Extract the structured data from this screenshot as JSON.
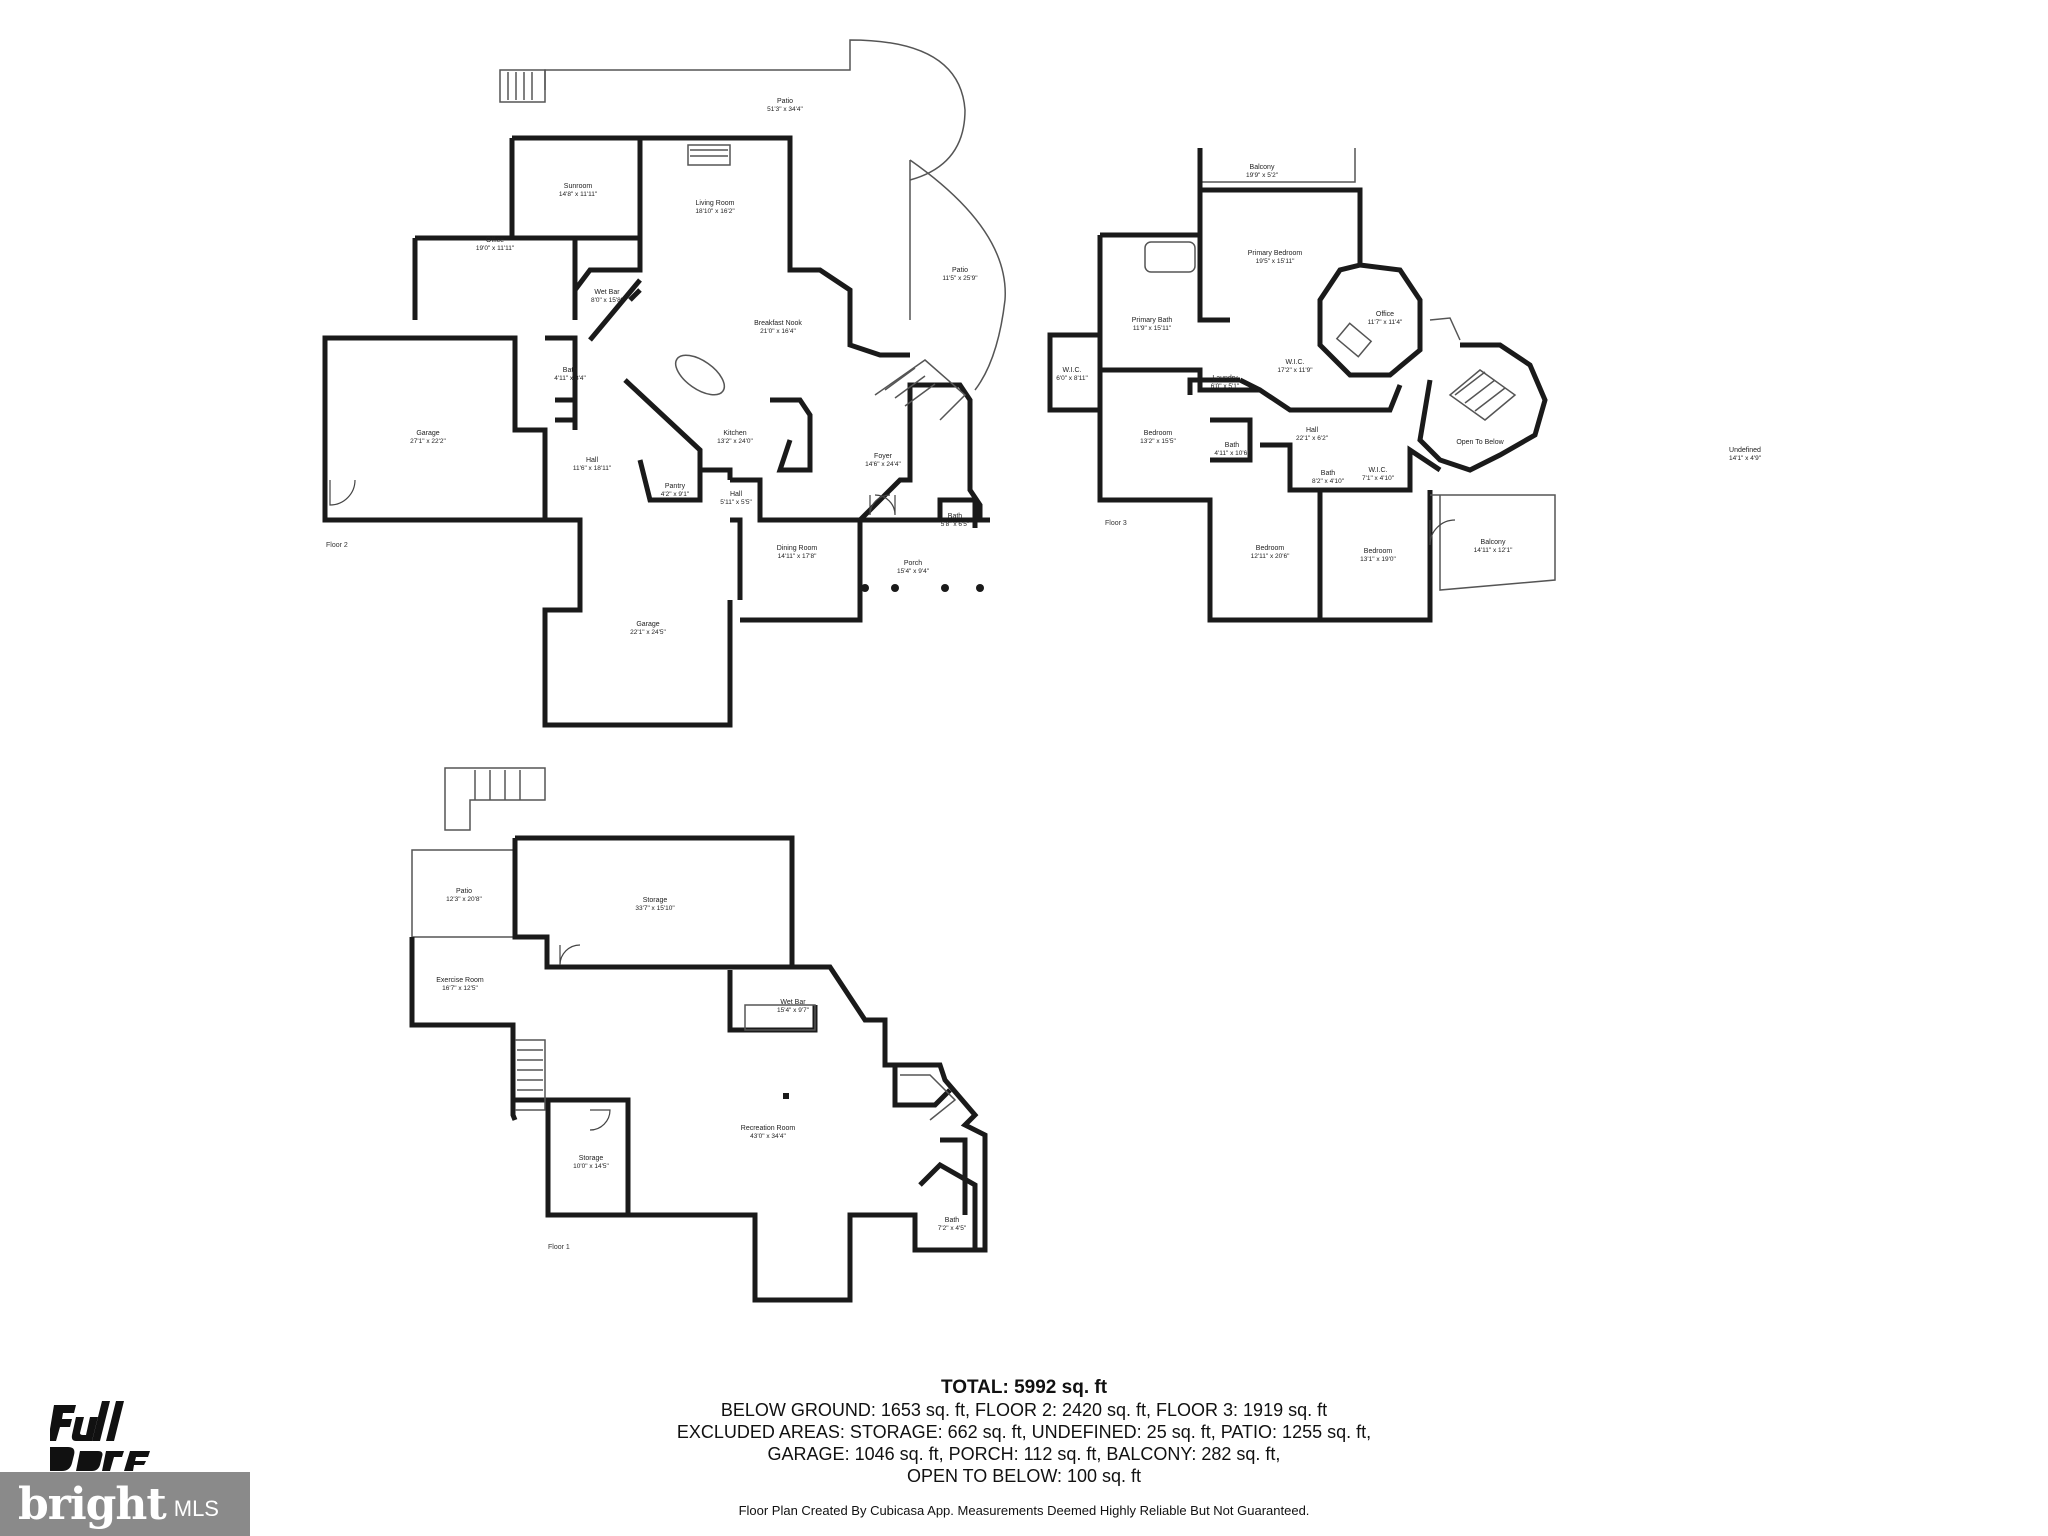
{
  "floors": {
    "floor2": {
      "label": "Floor 2",
      "rooms": [
        {
          "name": "Patio",
          "dim": "51'3\" x 34'4\""
        },
        {
          "name": "Sunroom",
          "dim": "14'8\" x 11'11\""
        },
        {
          "name": "Living Room",
          "dim": "18'10\" x 16'2\""
        },
        {
          "name": "Office",
          "dim": "19'0\" x 11'11\""
        },
        {
          "name": "Wet Bar",
          "dim": "8'0\" x 15'8\""
        },
        {
          "name": "Breakfast Nook",
          "dim": "21'0\" x 16'4\""
        },
        {
          "name": "Patio",
          "dim": "11'5\" x 25'9\""
        },
        {
          "name": "Bath",
          "dim": "4'11\" x 8'4\""
        },
        {
          "name": "Garage",
          "dim": "27'1\" x 22'2\""
        },
        {
          "name": "Kitchen",
          "dim": "13'2\" x 24'0\""
        },
        {
          "name": "Hall",
          "dim": "11'6\" x 18'11\""
        },
        {
          "name": "Pantry",
          "dim": "4'2\" x 9'1\""
        },
        {
          "name": "Hall",
          "dim": "5'11\" x 5'5\""
        },
        {
          "name": "Foyer",
          "dim": "14'6\" x 24'4\""
        },
        {
          "name": "Bath",
          "dim": "5'8\" x 6'5\""
        },
        {
          "name": "Dining Room",
          "dim": "14'11\" x 17'8\""
        },
        {
          "name": "Porch",
          "dim": "15'4\" x 9'4\""
        },
        {
          "name": "Garage",
          "dim": "22'1\" x 24'5\""
        }
      ]
    },
    "floor3": {
      "label": "Floor 3",
      "rooms": [
        {
          "name": "Balcony",
          "dim": "19'9\" x 5'2\""
        },
        {
          "name": "Primary Bedroom",
          "dim": "19'5\" x 15'11\""
        },
        {
          "name": "Office",
          "dim": "11'7\" x 11'4\""
        },
        {
          "name": "Primary Bath",
          "dim": "11'9\" x 15'11\""
        },
        {
          "name": "W.I.C.",
          "dim": "17'2\" x 11'9\""
        },
        {
          "name": "W.I.C.",
          "dim": "6'0\" x 8'11\""
        },
        {
          "name": "Laundry",
          "dim": "6'0\" x 5'1\""
        },
        {
          "name": "Open To Below",
          "dim": ""
        },
        {
          "name": "Undefined",
          "dim": "14'1\" x 4'9\""
        },
        {
          "name": "Bedroom",
          "dim": "13'2\" x 15'5\""
        },
        {
          "name": "Hall",
          "dim": "22'1\" x 6'2\""
        },
        {
          "name": "Bath",
          "dim": "4'11\" x 10'6\""
        },
        {
          "name": "Bath",
          "dim": "8'2\" x 4'10\""
        },
        {
          "name": "W.I.C.",
          "dim": "7'1\" x 4'10\""
        },
        {
          "name": "Bedroom",
          "dim": "12'11\" x 20'6\""
        },
        {
          "name": "Bedroom",
          "dim": "13'1\" x 19'0\""
        },
        {
          "name": "Balcony",
          "dim": "14'11\" x 12'1\""
        }
      ]
    },
    "floor1": {
      "label": "Floor 1",
      "rooms": [
        {
          "name": "Patio",
          "dim": "12'3\" x 20'8\""
        },
        {
          "name": "Storage",
          "dim": "33'7\" x 15'10\""
        },
        {
          "name": "Exercise Room",
          "dim": "16'7\" x 12'5\""
        },
        {
          "name": "Wet Bar",
          "dim": "15'4\" x 9'7\""
        },
        {
          "name": "Recreation Room",
          "dim": "43'0\" x 34'4\""
        },
        {
          "name": "Storage",
          "dim": "10'0\" x 14'5\""
        },
        {
          "name": "Bath",
          "dim": "7'2\" x 4'5\""
        }
      ]
    }
  },
  "summary": {
    "total": "TOTAL: 5992 sq. ft",
    "line1": "BELOW GROUND: 1653 sq. ft, FLOOR 2: 2420 sq. ft, FLOOR 3: 1919 sq. ft",
    "line2": "EXCLUDED AREAS: STORAGE: 662 sq. ft, UNDEFINED: 25 sq. ft, PATIO: 1255 sq. ft,",
    "line3": "GARAGE: 1046 sq. ft, PORCH: 112 sq. ft, BALCONY: 282 sq. ft,",
    "line4": "OPEN TO BELOW: 100 sq. ft"
  },
  "credit": "Floor Plan Created By Cubicasa App. Measurements Deemed Highly Reliable But Not Guaranteed.",
  "logos": {
    "fullbore": "Full Bore",
    "bright": "bright",
    "mls": "MLS"
  }
}
